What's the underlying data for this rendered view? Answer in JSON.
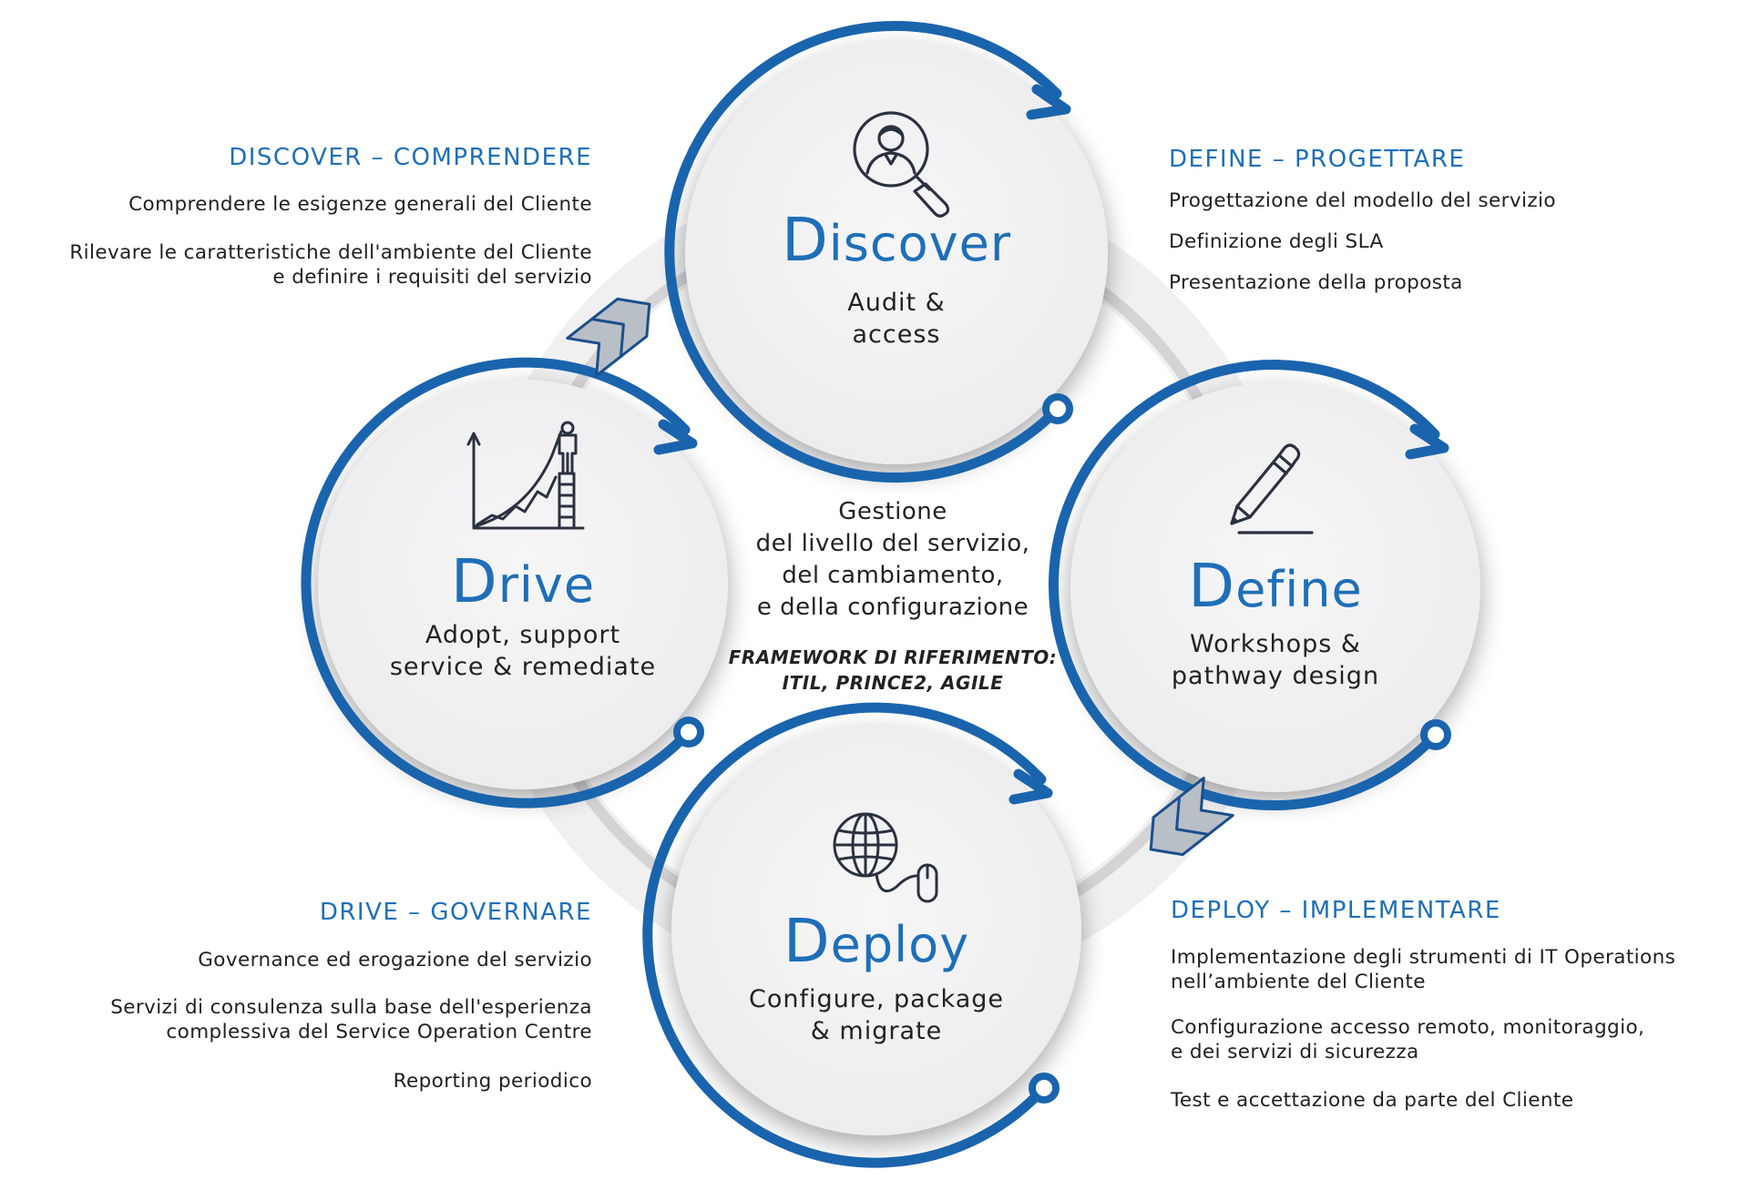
{
  "phases": {
    "discover": {
      "title_initial": "D",
      "title_rest": "iscover",
      "subtitle_line1": "Audit &",
      "subtitle_line2": "access",
      "icon": "person-search-icon"
    },
    "define": {
      "title_initial": "D",
      "title_rest": "efine",
      "subtitle_line1": "Workshops &",
      "subtitle_line2": "pathway design",
      "icon": "pencil-icon"
    },
    "deploy": {
      "title_initial": "D",
      "title_rest": "eploy",
      "subtitle_line1": "Configure, package",
      "subtitle_line2": "& migrate",
      "icon": "globe-mouse-icon"
    },
    "drive": {
      "title_initial": "D",
      "title_rest": "rive",
      "subtitle_line1": "Adopt, support",
      "subtitle_line2": "service & remediate",
      "icon": "growth-chart-icon"
    }
  },
  "center": {
    "line1": "Gestione",
    "line2": "del livello del servizio,",
    "line3": "del cambiamento,",
    "line4": "e della configurazione",
    "framework_line1": "FRAMEWORK DI RIFERIMENTO:",
    "framework_line2": "ITIL, PRINCE2, AGILE"
  },
  "panels": {
    "discover": {
      "heading": "DISCOVER – COMPRENDERE",
      "items": [
        "Comprendere le esigenze generali del Cliente",
        "Rilevare le caratteristiche dell'ambiente del Cliente\ne definire i requisiti del servizio"
      ]
    },
    "define": {
      "heading": "DEFINE – PROGETTARE",
      "items": [
        "Progettazione del modello del servizio",
        "Definizione degli SLA",
        "Presentazione della proposta"
      ]
    },
    "drive": {
      "heading": "DRIVE – GOVERNARE",
      "items": [
        "Governance ed erogazione del servizio",
        "Servizi di consulenza sulla base dell'esperienza\ncomplessiva del Service Operation Centre",
        "Reporting periodico"
      ]
    },
    "deploy": {
      "heading": "DEPLOY – IMPLEMENTARE",
      "items": [
        "Implementazione degli strumenti di IT Operations\nnell’ambiente del Cliente",
        "Configurazione accesso remoto, monitoraggio,\ne dei servizi di sicurezza",
        "Test e accettazione da parte del Cliente"
      ]
    }
  },
  "colors": {
    "accent": "#1e6fb8",
    "ring": "#1a64ad",
    "circle_fill": "#f1f1f2",
    "grey_ring": "#d6d6d8",
    "chevron_fill": "#b9bfc7",
    "chevron_stroke": "#1a4f8c"
  }
}
